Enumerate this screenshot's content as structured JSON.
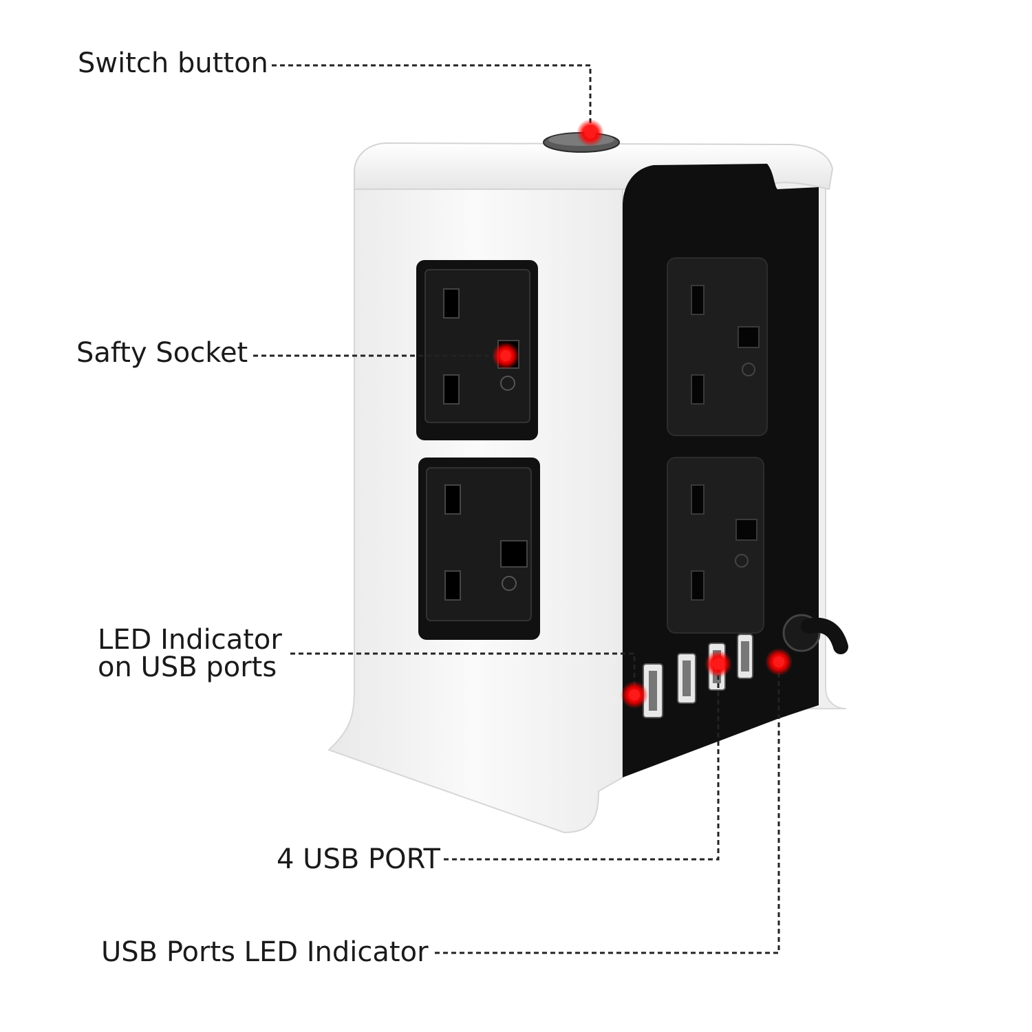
{
  "callouts": {
    "switch_button": "Switch button",
    "safety_socket": "Safty Socket",
    "led_indicator_line1": "LED Indicator",
    "led_indicator_line2": "on USB ports",
    "usb_port": "4 USB PORT",
    "usb_ports_led": "USB Ports LED Indicator"
  },
  "colors": {
    "marker": "#ff1a1a",
    "body_white": "#f4f4f4",
    "body_black": "#0d0d0d",
    "leader_line": "#222222"
  }
}
